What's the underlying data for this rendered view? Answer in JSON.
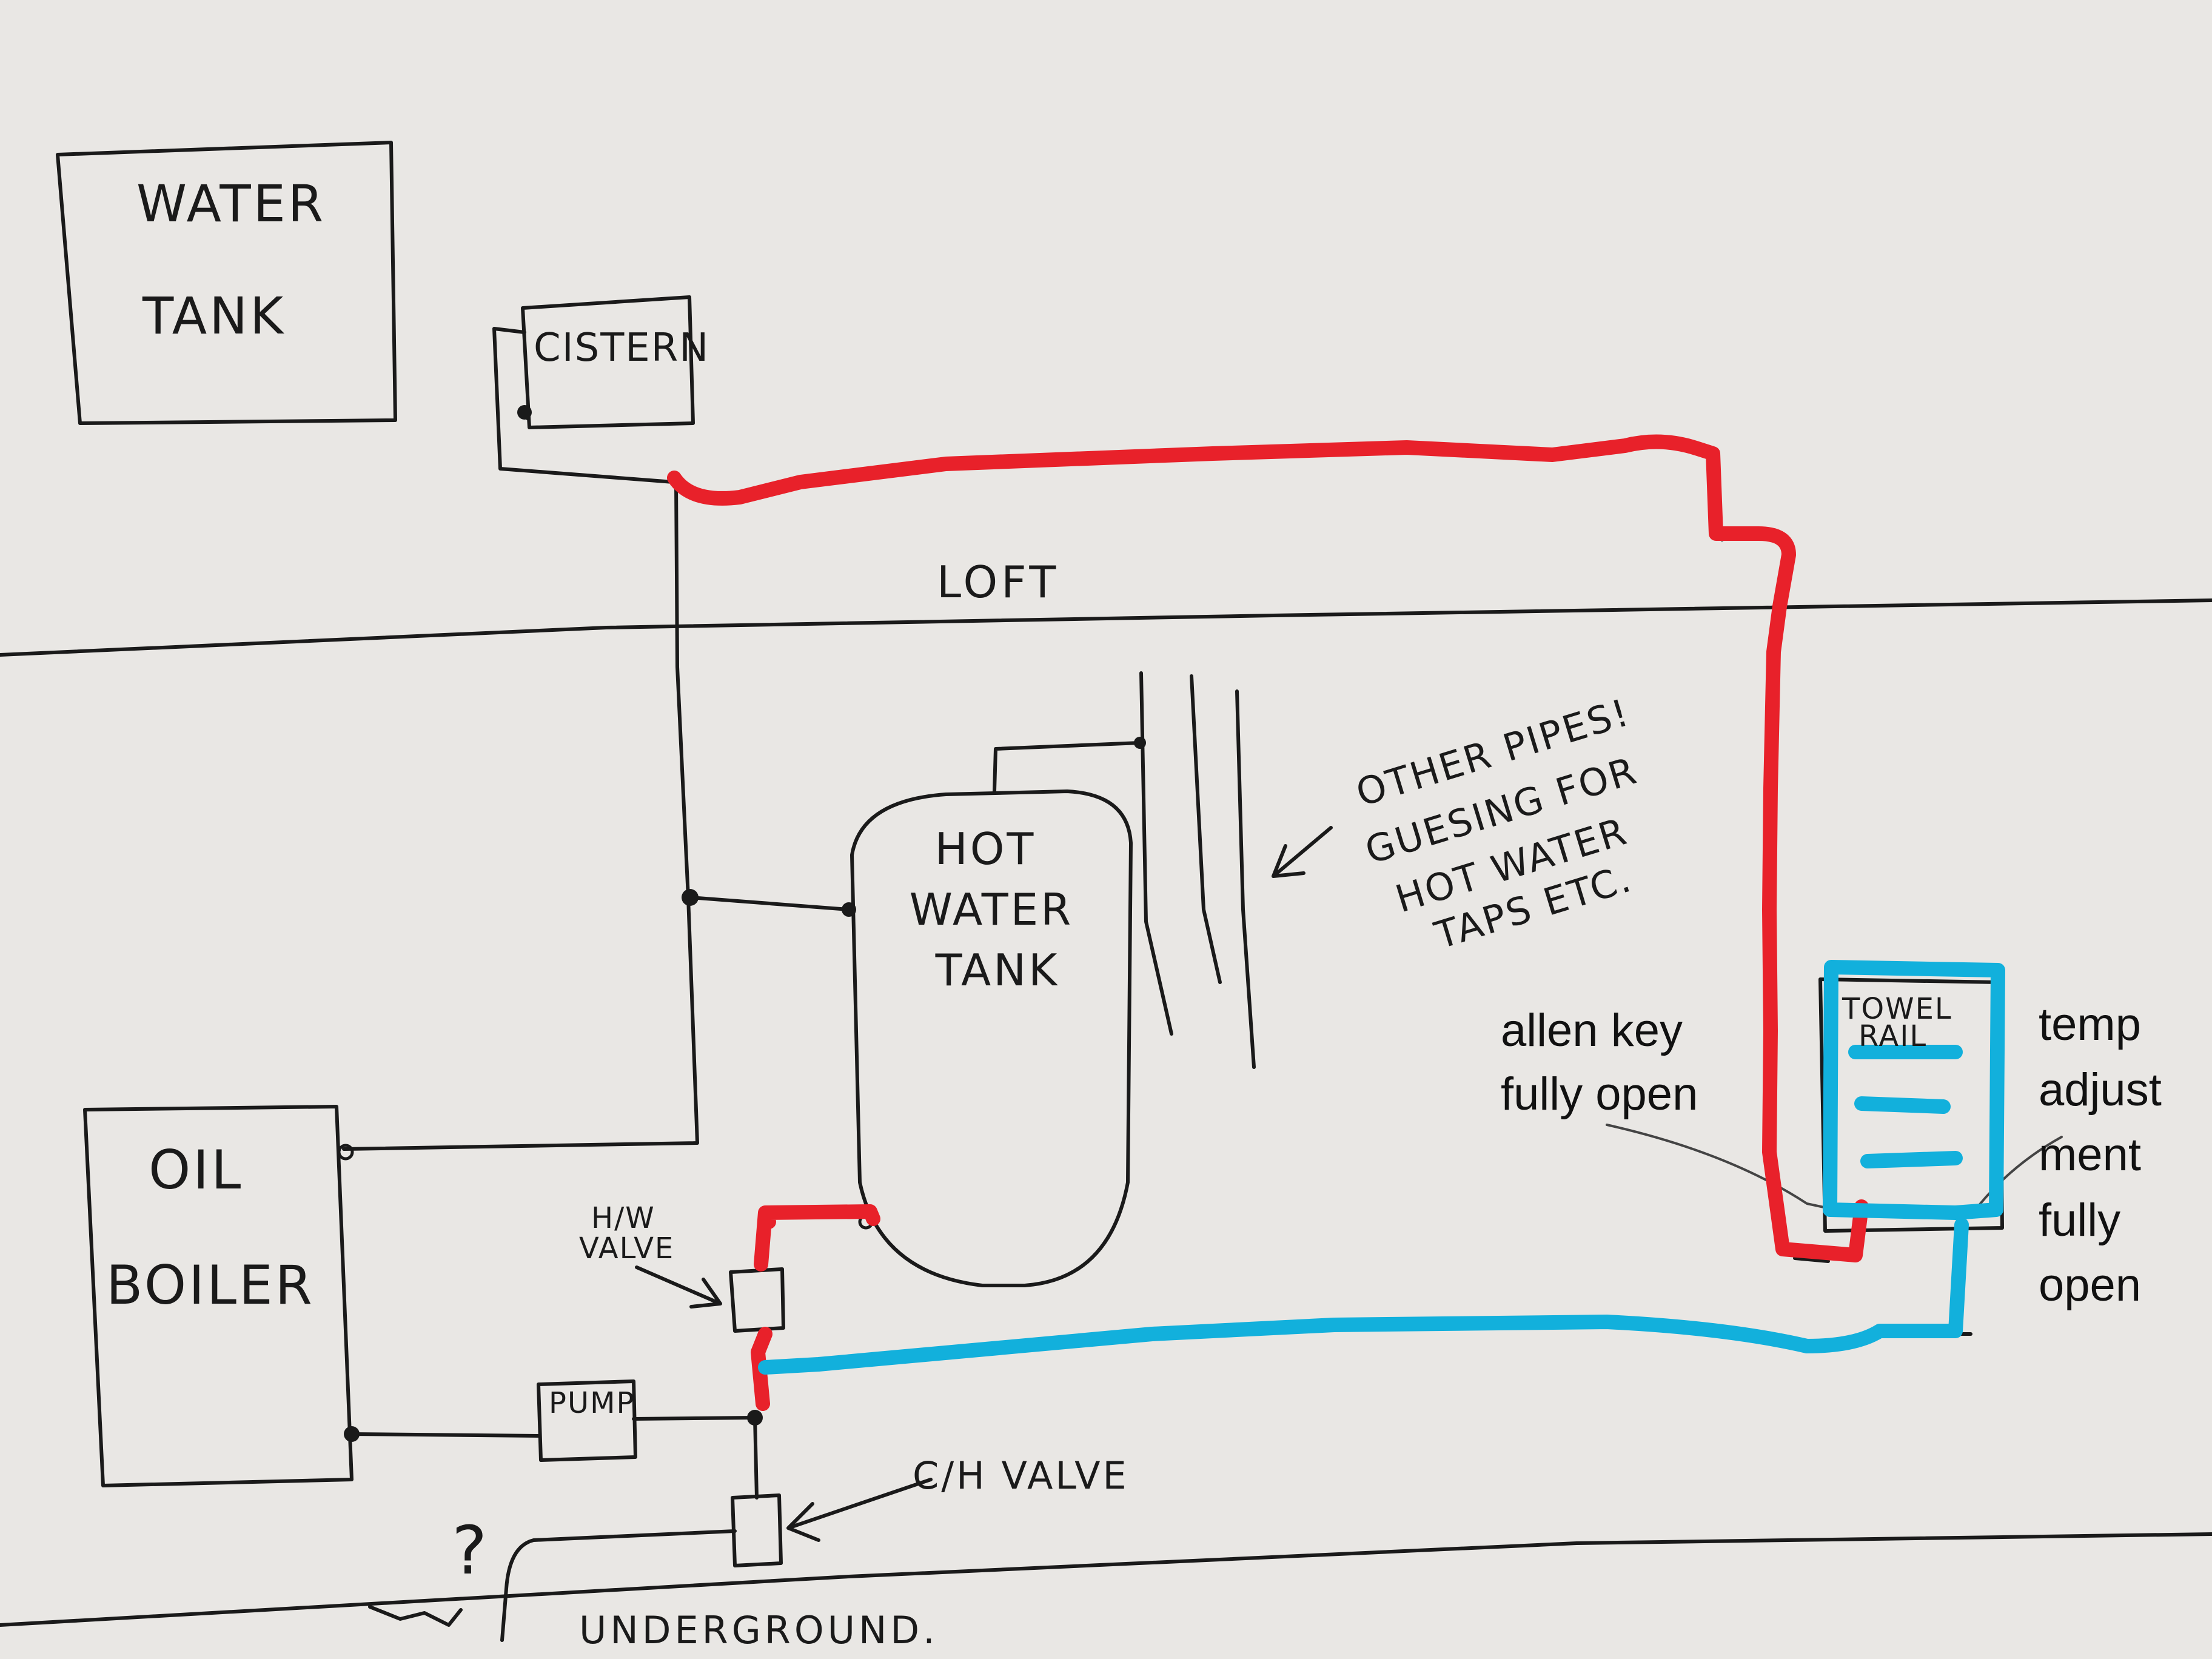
{
  "labels": {
    "water_tank": [
      "WATER",
      "TANK"
    ],
    "cistern": "CISTERN",
    "loft": "LOFT",
    "hot_water_tank": [
      "HOT",
      "WATER",
      "TANK"
    ],
    "other_pipes": [
      "OTHER PIPES!",
      "GUESING FOR",
      "HOT WATER",
      "TAPS ETC."
    ],
    "oil_boiler": [
      "OIL",
      "BOILER"
    ],
    "hw_valve": [
      "H/W",
      "VALVE"
    ],
    "pump": "PUMP",
    "ch_valve": "C/H VALVE",
    "question": "?",
    "underground": "UNDERGROUND.",
    "towel_rail": [
      "TOWEL",
      "RAIL"
    ],
    "allen_key": [
      "allen key",
      "fully open"
    ],
    "temp_adjust": [
      "temp",
      "adjust",
      "ment",
      "fully",
      "open"
    ]
  },
  "colors": {
    "paper": "#e9e7e4",
    "ink": "#1a1a1a",
    "flow_pipe": "#e8212a",
    "return_pipe": "#12b0dc"
  }
}
